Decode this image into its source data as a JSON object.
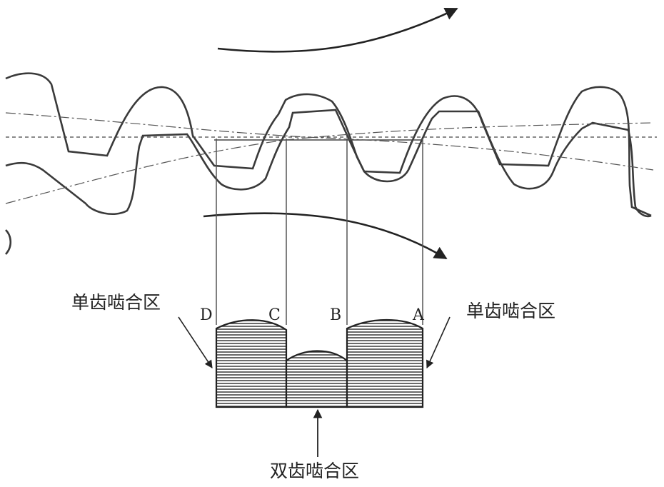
{
  "labels": {
    "single_left": "单齿啮合区",
    "single_right": "单齿啮合区",
    "double": "双齿啮合区"
  },
  "points": {
    "D": "D",
    "C": "C",
    "B": "B",
    "A": "A"
  },
  "colors": {
    "stroke": "#3a3a3a",
    "hatch": "#444444",
    "background": "#ffffff"
  }
}
